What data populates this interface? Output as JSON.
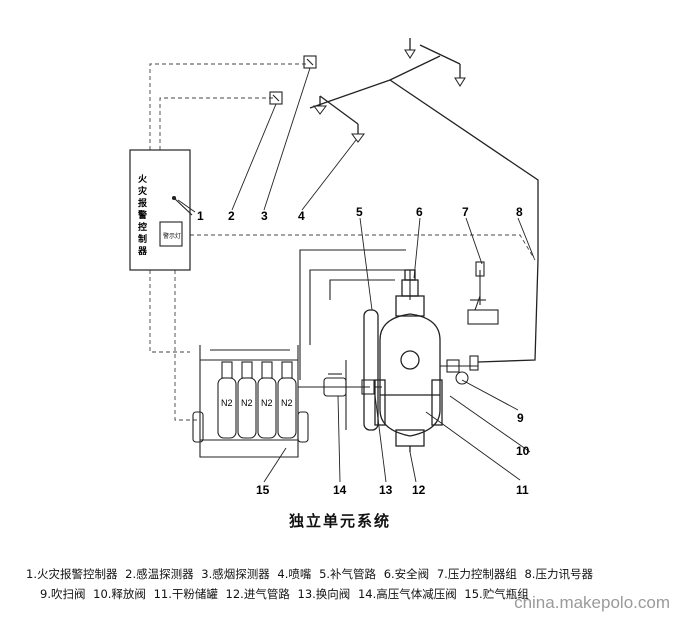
{
  "title": "独立单元系统",
  "watermark": "china.makepolo.com",
  "panel": {
    "label_chars": [
      "火",
      "灾",
      "报",
      "警",
      "控",
      "制",
      "器"
    ],
    "button_label": "警示灯"
  },
  "cylinder_label": "N2",
  "callouts": [
    "1",
    "2",
    "3",
    "4",
    "5",
    "6",
    "7",
    "8",
    "9",
    "10",
    "11",
    "12",
    "13",
    "14",
    "15"
  ],
  "legend": {
    "line1": [
      "1.火灾报警控制器",
      "2.感温探测器",
      "3.感烟探测器",
      "4.喷嘴",
      "5.补气管路",
      "6.安全阀",
      "7.压力控制器组",
      "8.压力讯号器"
    ],
    "line2": [
      "9.吹扫阀",
      "10.释放阀",
      "11.干粉储罐",
      "12.进气管路",
      "13.换向阀",
      "14.高压气体减压阀",
      "15.贮气瓶组"
    ]
  },
  "colors": {
    "line": "#222222",
    "dash": "#444444",
    "watermark": "#9a9a9a"
  }
}
